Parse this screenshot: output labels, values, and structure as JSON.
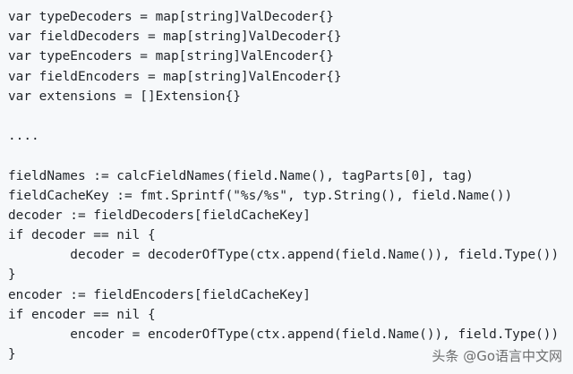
{
  "code": {
    "lines": [
      "var typeDecoders = map[string]ValDecoder{}",
      "var fieldDecoders = map[string]ValDecoder{}",
      "var typeEncoders = map[string]ValEncoder{}",
      "var fieldEncoders = map[string]ValEncoder{}",
      "var extensions = []Extension{}",
      "",
      "....",
      "",
      "fieldNames := calcFieldNames(field.Name(), tagParts[0], tag)",
      "fieldCacheKey := fmt.Sprintf(\"%s/%s\", typ.String(), field.Name())",
      "decoder := fieldDecoders[fieldCacheKey]",
      "if decoder == nil {",
      "        decoder = decoderOfType(ctx.append(field.Name()), field.Type())",
      "}",
      "encoder := fieldEncoders[fieldCacheKey]",
      "if encoder == nil {",
      "        encoder = encoderOfType(ctx.append(field.Name()), field.Type())",
      "}"
    ]
  },
  "watermark": {
    "text": "头条 @Go语言中文网"
  }
}
